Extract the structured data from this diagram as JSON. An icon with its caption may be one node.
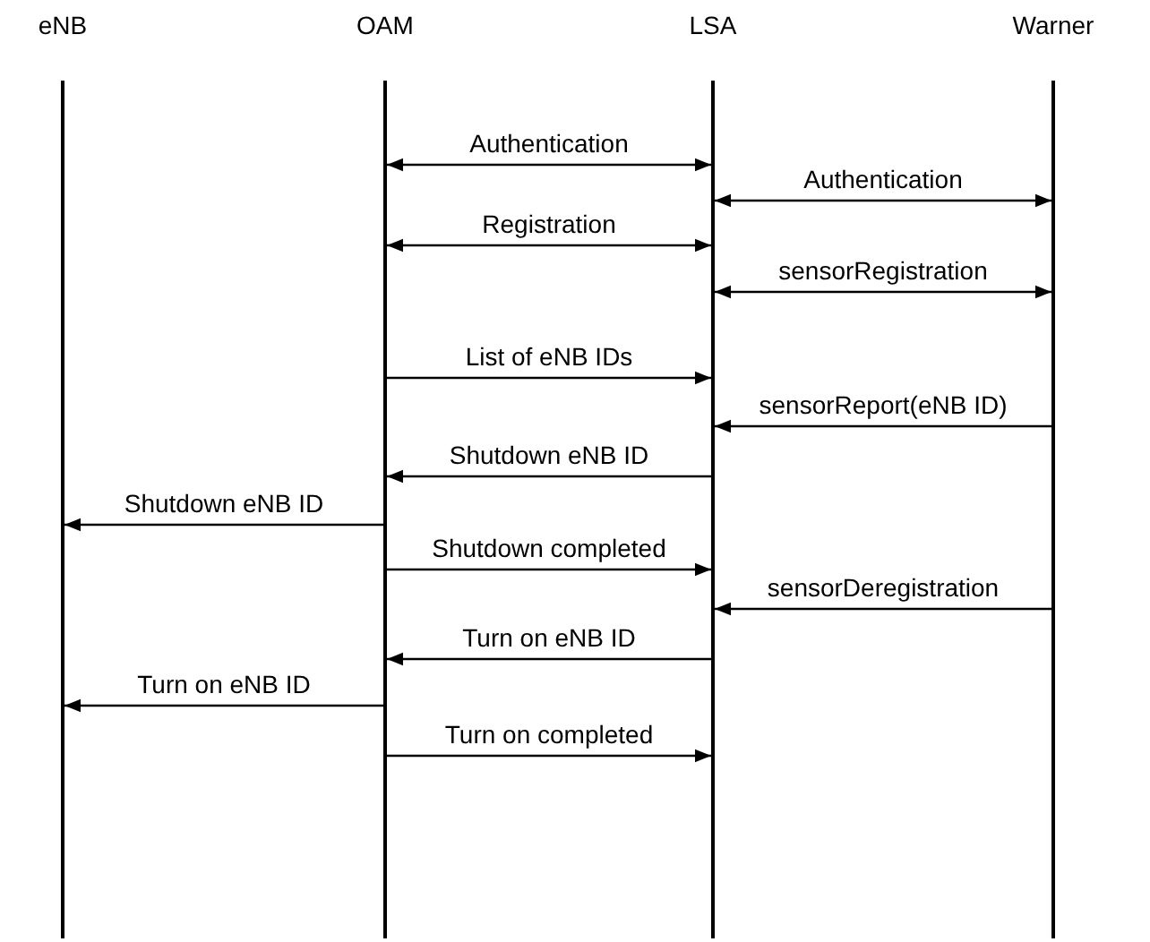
{
  "diagram": {
    "nodes": [
      {
        "text": [
          "eNB"
        ]
      },
      {
        "text": [
          "OAM"
        ]
      },
      {
        "text": [
          "LSA"
        ]
      },
      {
        "text": [
          "Warner"
        ]
      }
    ],
    "edges": [
      {
        "from": 1,
        "to": 2,
        "arrow": "both",
        "label": "Authentication"
      },
      {
        "from": 2,
        "to": 3,
        "arrow": "both",
        "label": "Authentication"
      },
      {
        "from": 1,
        "to": 2,
        "arrow": "both",
        "label": "Registration"
      },
      {
        "from": 2,
        "to": 3,
        "arrow": "both",
        "label": "sensorRegistration"
      },
      {
        "from": 1,
        "to": 2,
        "arrow": "to",
        "label": "List of eNB IDs"
      },
      {
        "from": 3,
        "to": 2,
        "arrow": "to",
        "label": "sensorReport(eNB ID)"
      },
      {
        "from": 2,
        "to": 1,
        "arrow": "to",
        "label": "Shutdown eNB ID"
      },
      {
        "from": 1,
        "to": 0,
        "arrow": "to",
        "label": "Shutdown eNB ID"
      },
      {
        "from": 1,
        "to": 2,
        "arrow": "to",
        "label": "Shutdown completed"
      },
      {
        "from": 3,
        "to": 2,
        "arrow": "to",
        "label": "sensorDeregistration"
      },
      {
        "from": 2,
        "to": 1,
        "arrow": "to",
        "label": "Turn on eNB ID"
      },
      {
        "from": 1,
        "to": 0,
        "arrow": "to",
        "label": "Turn on eNB ID"
      },
      {
        "from": 1,
        "to": 2,
        "arrow": "to",
        "label": "Turn on completed"
      }
    ]
  }
}
